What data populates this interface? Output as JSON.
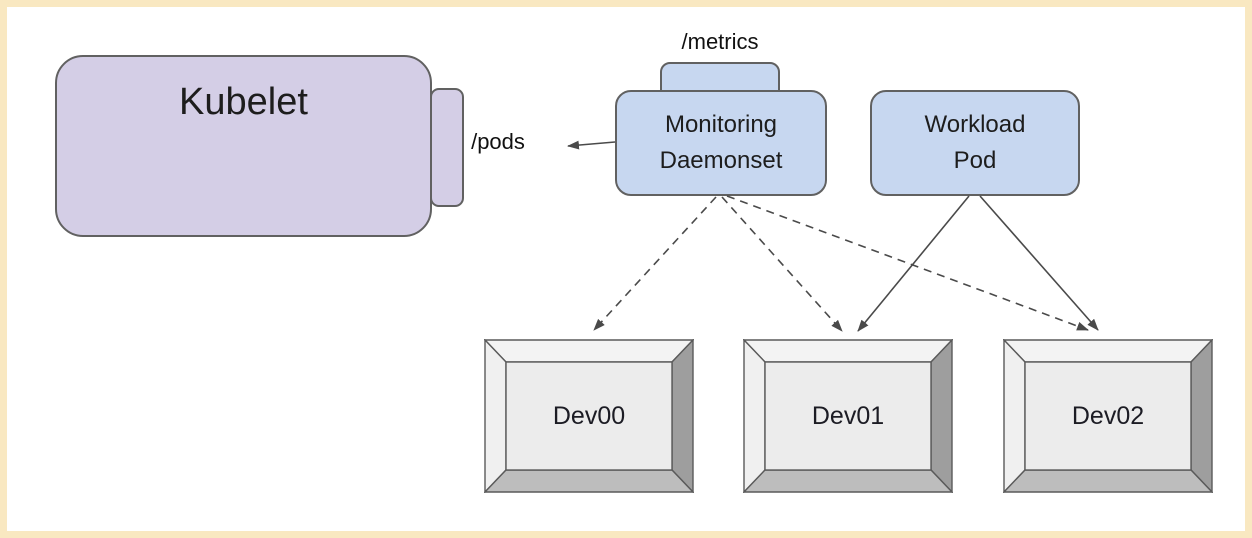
{
  "diagram": {
    "title_context": "Kubernetes device monitoring diagram",
    "kubelet": {
      "label": "Kubelet",
      "endpoint": "/pods"
    },
    "monitoring_daemonset": {
      "line1": "Monitoring",
      "line2": "Daemonset",
      "endpoint": "/metrics"
    },
    "workload_pod": {
      "line1": "Workload",
      "line2": "Pod"
    },
    "devices": [
      {
        "label": "Dev00"
      },
      {
        "label": "Dev01"
      },
      {
        "label": "Dev02"
      }
    ],
    "connections": [
      {
        "from": "monitoring-daemonset",
        "to": "kubelet-pods-endpoint",
        "style": "solid"
      },
      {
        "from": "monitoring-daemonset",
        "to": "dev00",
        "style": "dashed"
      },
      {
        "from": "monitoring-daemonset",
        "to": "dev01",
        "style": "dashed"
      },
      {
        "from": "monitoring-daemonset",
        "to": "dev02",
        "style": "dashed"
      },
      {
        "from": "workload-pod",
        "to": "dev01",
        "style": "solid"
      },
      {
        "from": "workload-pod",
        "to": "dev02",
        "style": "solid"
      }
    ]
  },
  "colors": {
    "frame_border": "#f9e8c1",
    "background": "#ffffff",
    "node_purple": "#d4cee6",
    "node_blue": "#c7d7f0",
    "node_border": "#616161",
    "connector": "#4a4a4a",
    "device_face": "#ececec",
    "device_bevel_top": "#f3f3f3",
    "device_bevel_left": "#f0f0f0",
    "device_bevel_right": "#9e9e9e",
    "device_bevel_bottom": "#bdbdbd",
    "text": "#1d1d1d"
  }
}
